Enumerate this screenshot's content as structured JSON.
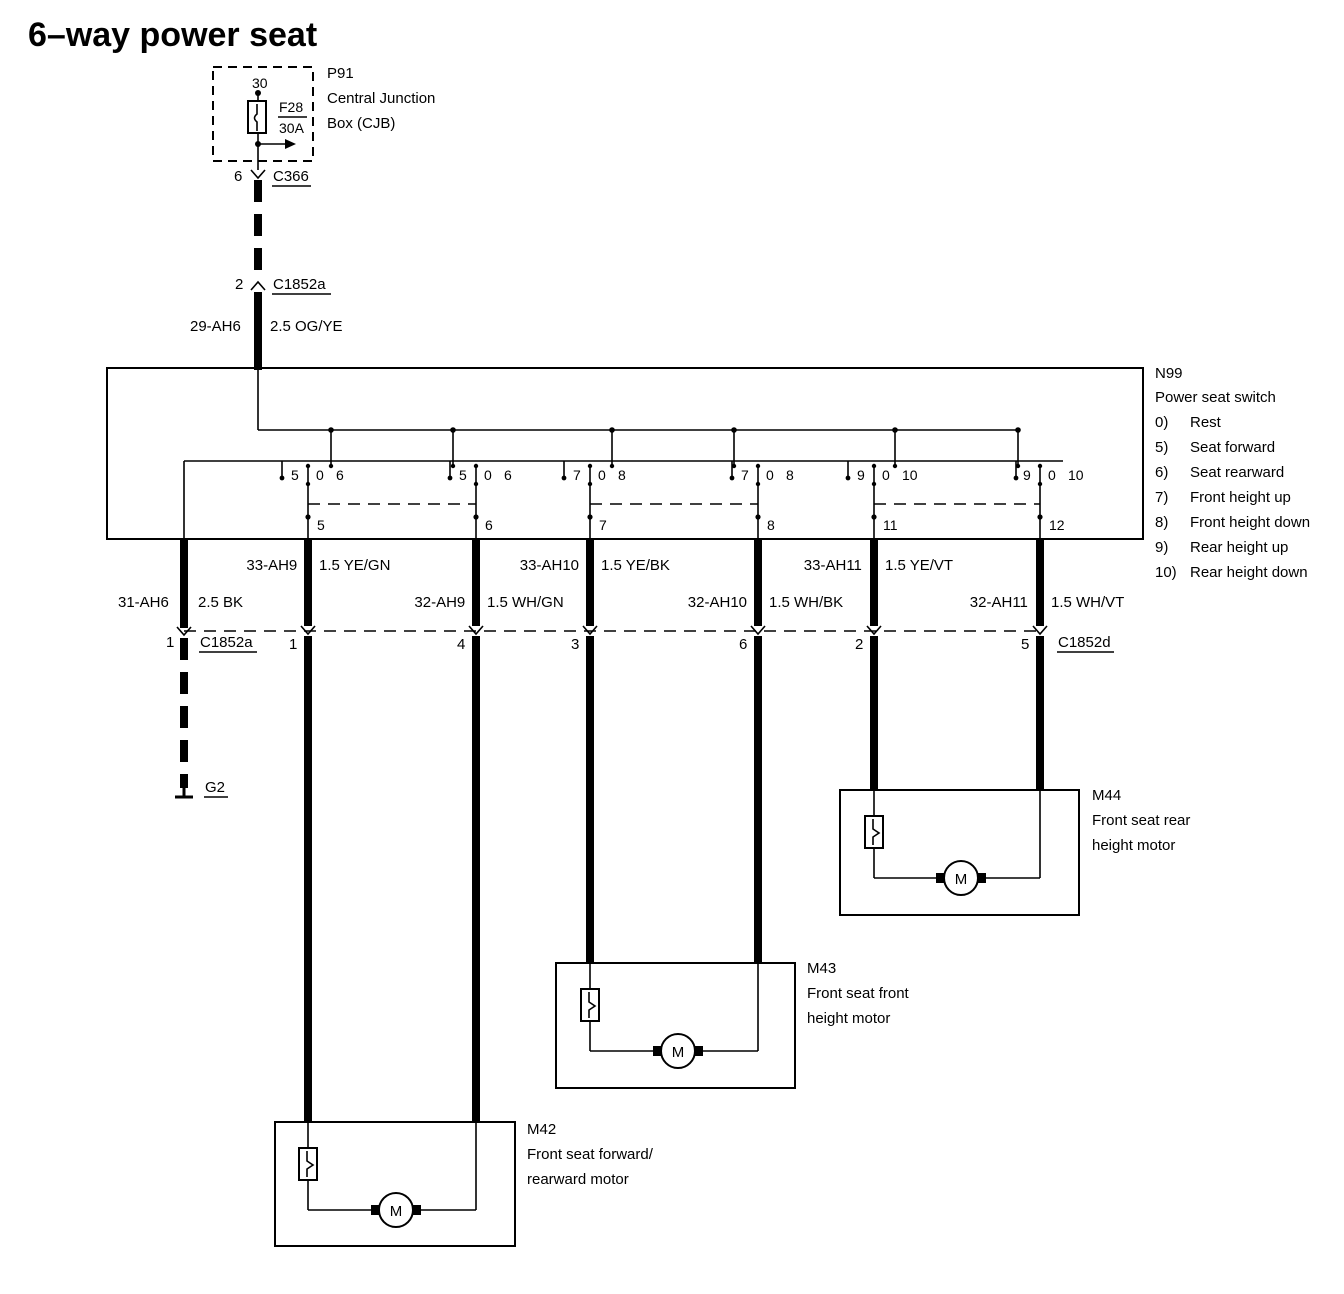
{
  "title": "6–way power seat",
  "junction_box": {
    "id": "P91",
    "name_line1": "Central Junction",
    "name_line2": "Box (CJB)",
    "terminal": "30",
    "fuse_id": "F28",
    "fuse_rating": "30A"
  },
  "connectors": {
    "c366_pin": "6",
    "c366": "C366",
    "c1852a_pin_top": "2",
    "c1852a_top": "C1852a",
    "c1852a_pin_left": "1",
    "c1852a_left": "C1852a",
    "c1852d": "C1852d"
  },
  "feed_wire": {
    "circuit": "29-AH6",
    "spec": "2.5 OG/YE"
  },
  "ground_wire": {
    "circuit": "31-AH6",
    "spec": "2.5 BK",
    "ground": "G2"
  },
  "switch": {
    "id": "N99",
    "name": "Power seat switch",
    "legend": [
      {
        "num": "0)",
        "label": "Rest"
      },
      {
        "num": "5)",
        "label": "Seat forward"
      },
      {
        "num": "6)",
        "label": "Seat rearward"
      },
      {
        "num": "7)",
        "label": "Front height up"
      },
      {
        "num": "8)",
        "label": "Front height down"
      },
      {
        "num": "9)",
        "label": "Rear height up"
      },
      {
        "num": "10)",
        "label": "Rear height down"
      }
    ],
    "contacts": [
      {
        "a": "5",
        "b": "0",
        "c": "6"
      },
      {
        "a": "5",
        "b": "0",
        "c": "6"
      },
      {
        "a": "7",
        "b": "0",
        "c": "8"
      },
      {
        "a": "7",
        "b": "0",
        "c": "8"
      },
      {
        "a": "9",
        "b": "0",
        "c": "10"
      },
      {
        "a": "9",
        "b": "0",
        "c": "10"
      }
    ],
    "outputs": [
      "5",
      "6",
      "7",
      "8",
      "11",
      "12"
    ]
  },
  "wires": [
    {
      "circuit": "33-AH9",
      "spec": "1.5 YE/GN",
      "pin": "1"
    },
    {
      "circuit": "32-AH9",
      "spec": "1.5 WH/GN",
      "pin": "4"
    },
    {
      "circuit": "33-AH10",
      "spec": "1.5 YE/BK",
      "pin": "3"
    },
    {
      "circuit": "32-AH10",
      "spec": "1.5 WH/BK",
      "pin": "6"
    },
    {
      "circuit": "33-AH11",
      "spec": "1.5 YE/VT",
      "pin": "2"
    },
    {
      "circuit": "32-AH11",
      "spec": "1.5 WH/VT",
      "pin": "5"
    }
  ],
  "motors": [
    {
      "id": "M42",
      "line1": "Front seat forward/",
      "line2": "rearward motor"
    },
    {
      "id": "M43",
      "line1": "Front seat front",
      "line2": "height motor"
    },
    {
      "id": "M44",
      "line1": "Front seat rear",
      "line2": "height motor"
    }
  ],
  "motor_symbol": "M"
}
